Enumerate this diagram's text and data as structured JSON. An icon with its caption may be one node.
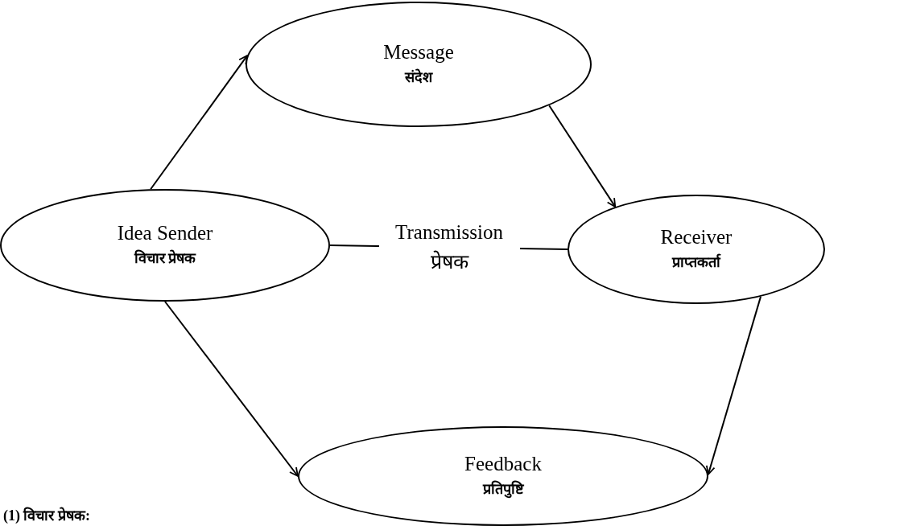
{
  "diagram": {
    "nodes": [
      {
        "text": [
          "Idea Sender",
          "विचार प्रेषक"
        ]
      },
      {
        "text": [
          "Message",
          "संदेश"
        ]
      },
      {
        "text": [
          "Receiver",
          "प्राप्तकर्ता"
        ]
      },
      {
        "text": [
          "Feedback",
          "प्रतिपुष्टि"
        ]
      }
    ],
    "edges": [
      {
        "from": 0,
        "to": 1,
        "arrow": "to"
      },
      {
        "from": 1,
        "to": 2,
        "arrow": "to"
      },
      {
        "from": 0,
        "to": 2,
        "arrow": "none",
        "label": "Transmission प्रेषक"
      },
      {
        "from": 0,
        "to": 3,
        "arrow": "to"
      },
      {
        "from": 2,
        "to": 3,
        "arrow": "to"
      }
    ],
    "labels": [
      "(1) विचार प्रेषक:"
    ]
  }
}
